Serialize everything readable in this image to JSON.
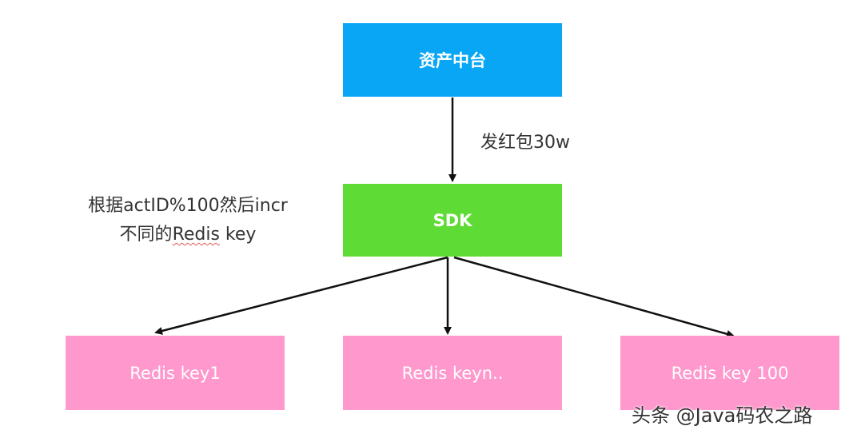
{
  "nodes": {
    "asset_platform": "资产中台",
    "sdk": "SDK",
    "key1": "Redis key1",
    "keyn": "Redis keyn..",
    "key100": "Redis key 100"
  },
  "edge_label": "发红包30w",
  "note": {
    "line1": "根据actID%100然后incr",
    "line2_prefix": "不同的",
    "line2_word": "Redis",
    "line2_suffix": " key"
  },
  "watermark": "头条 @Java码农之路",
  "colors": {
    "asset_box": "#09a6f6",
    "sdk_box": "#5fdb35",
    "redis_box": "#fe98cd",
    "arrow": "#111111"
  }
}
